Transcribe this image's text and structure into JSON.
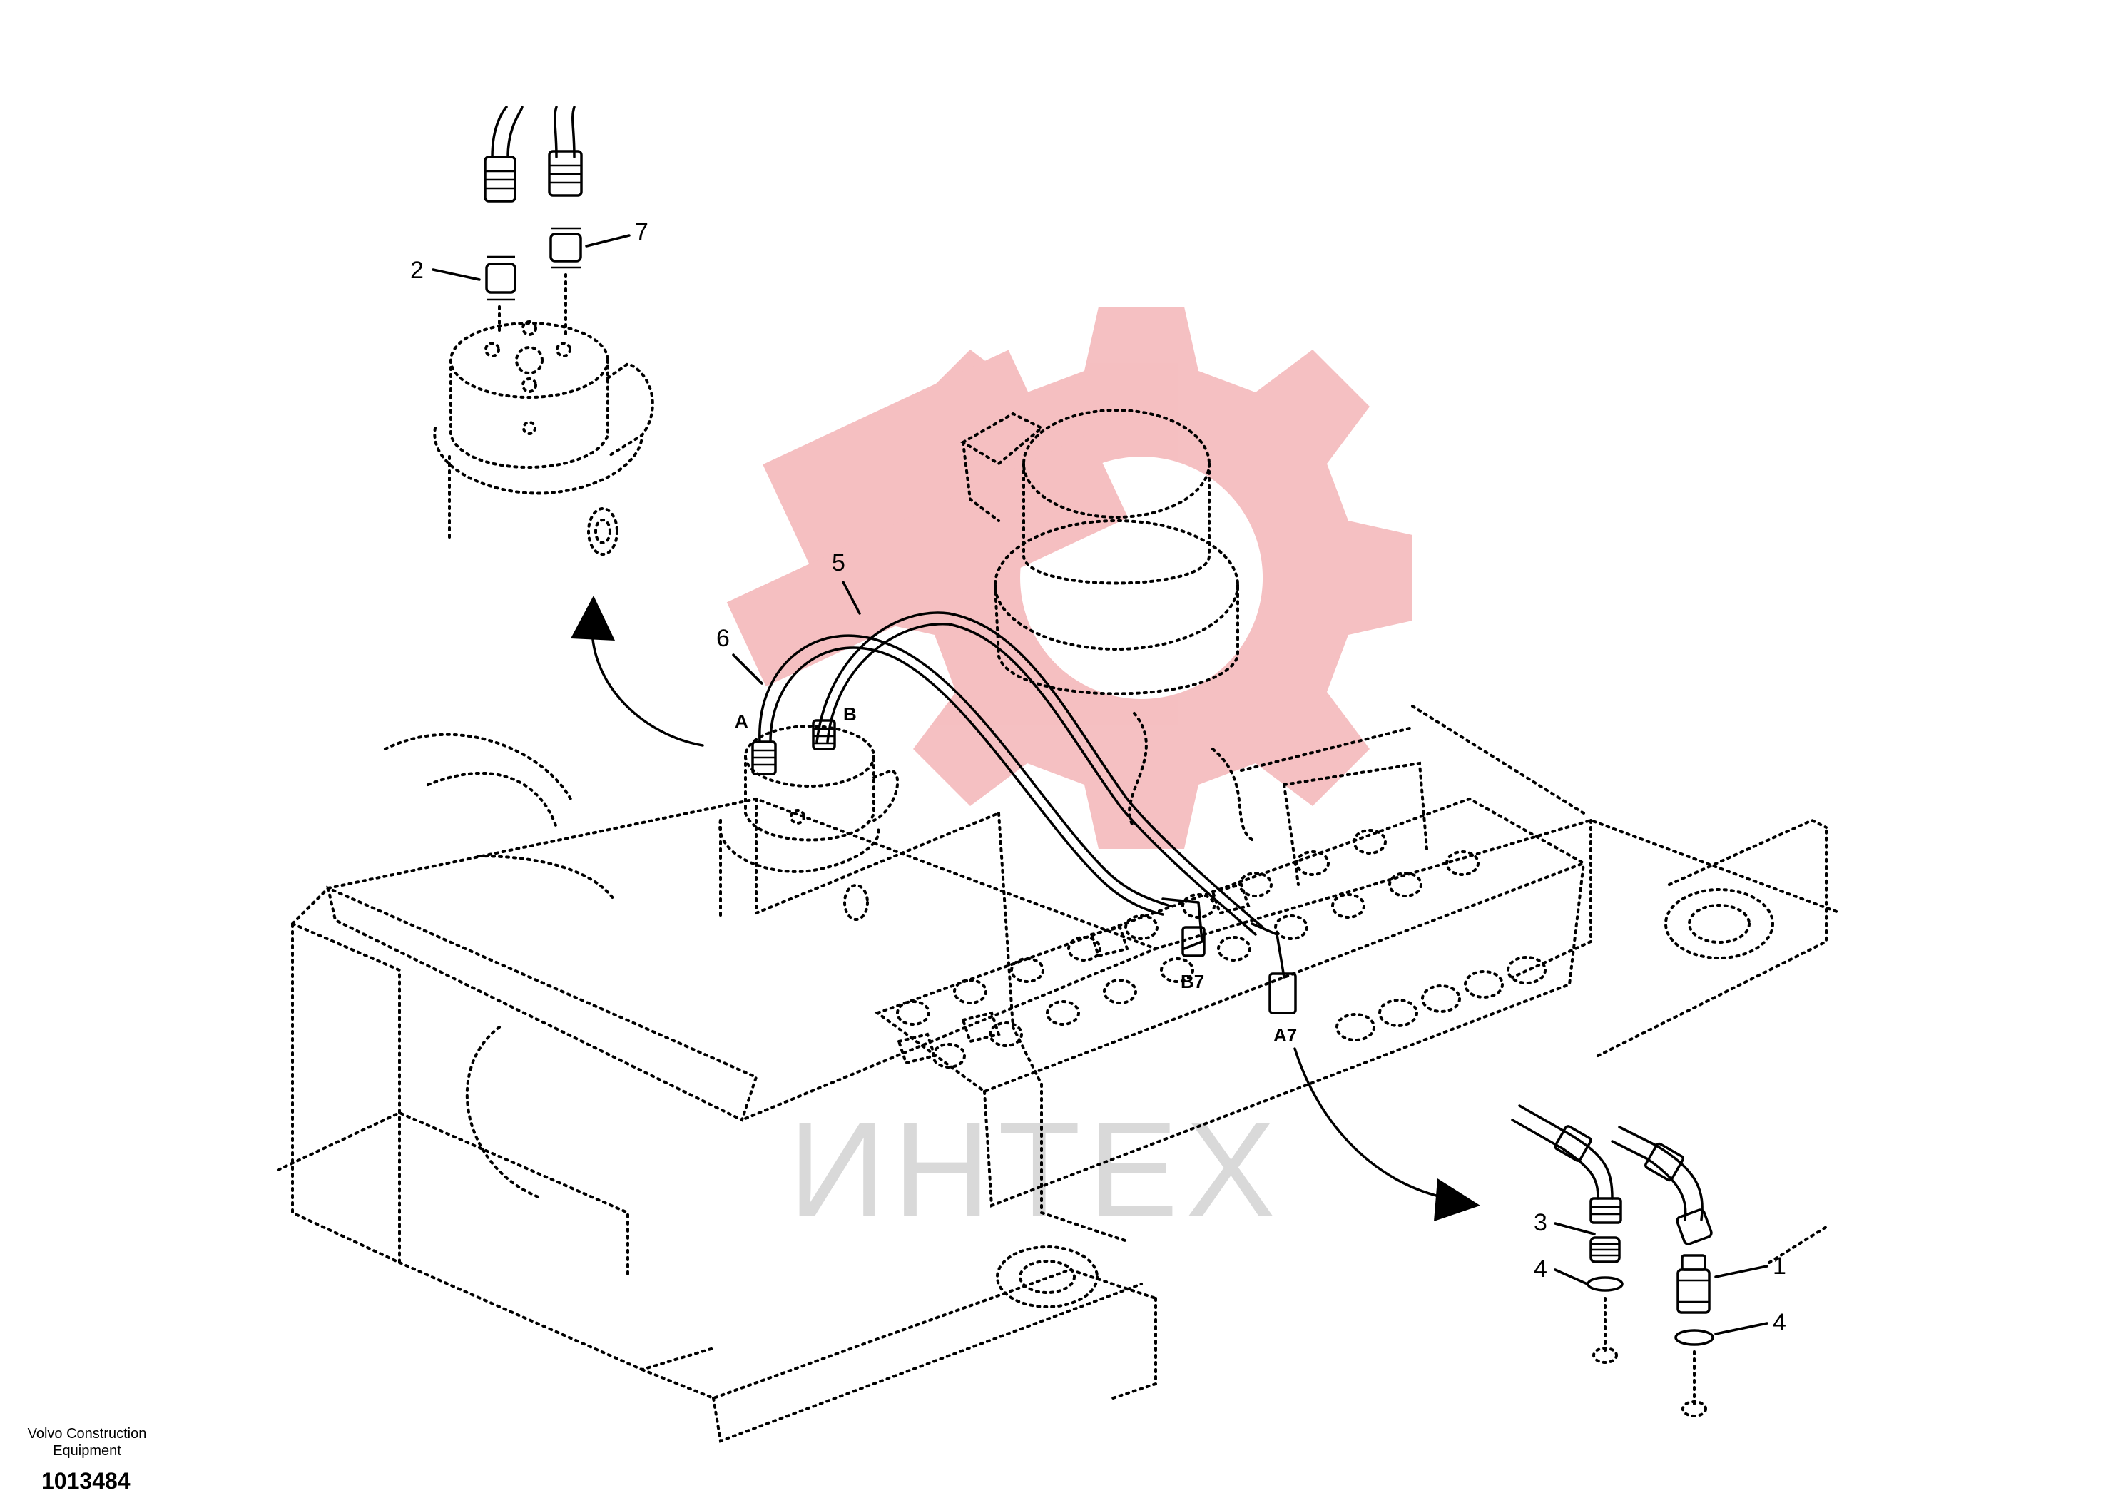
{
  "document": {
    "publisher": "Volvo Construction Equipment",
    "drawing_number": "1013484",
    "watermark_text": "ИНТЕХ"
  },
  "callouts": {
    "c1": "1",
    "c2": "2",
    "c3": "3",
    "c4a": "4",
    "c4b": "4",
    "c5": "5",
    "c6": "6",
    "c7": "7"
  },
  "port_labels": {
    "a": "A",
    "b": "B",
    "a7": "A7",
    "b7": "B7"
  },
  "colors": {
    "line": "#000000",
    "watermark_gear": "#f4b9bb",
    "watermark_text": "#d9d9d9"
  }
}
